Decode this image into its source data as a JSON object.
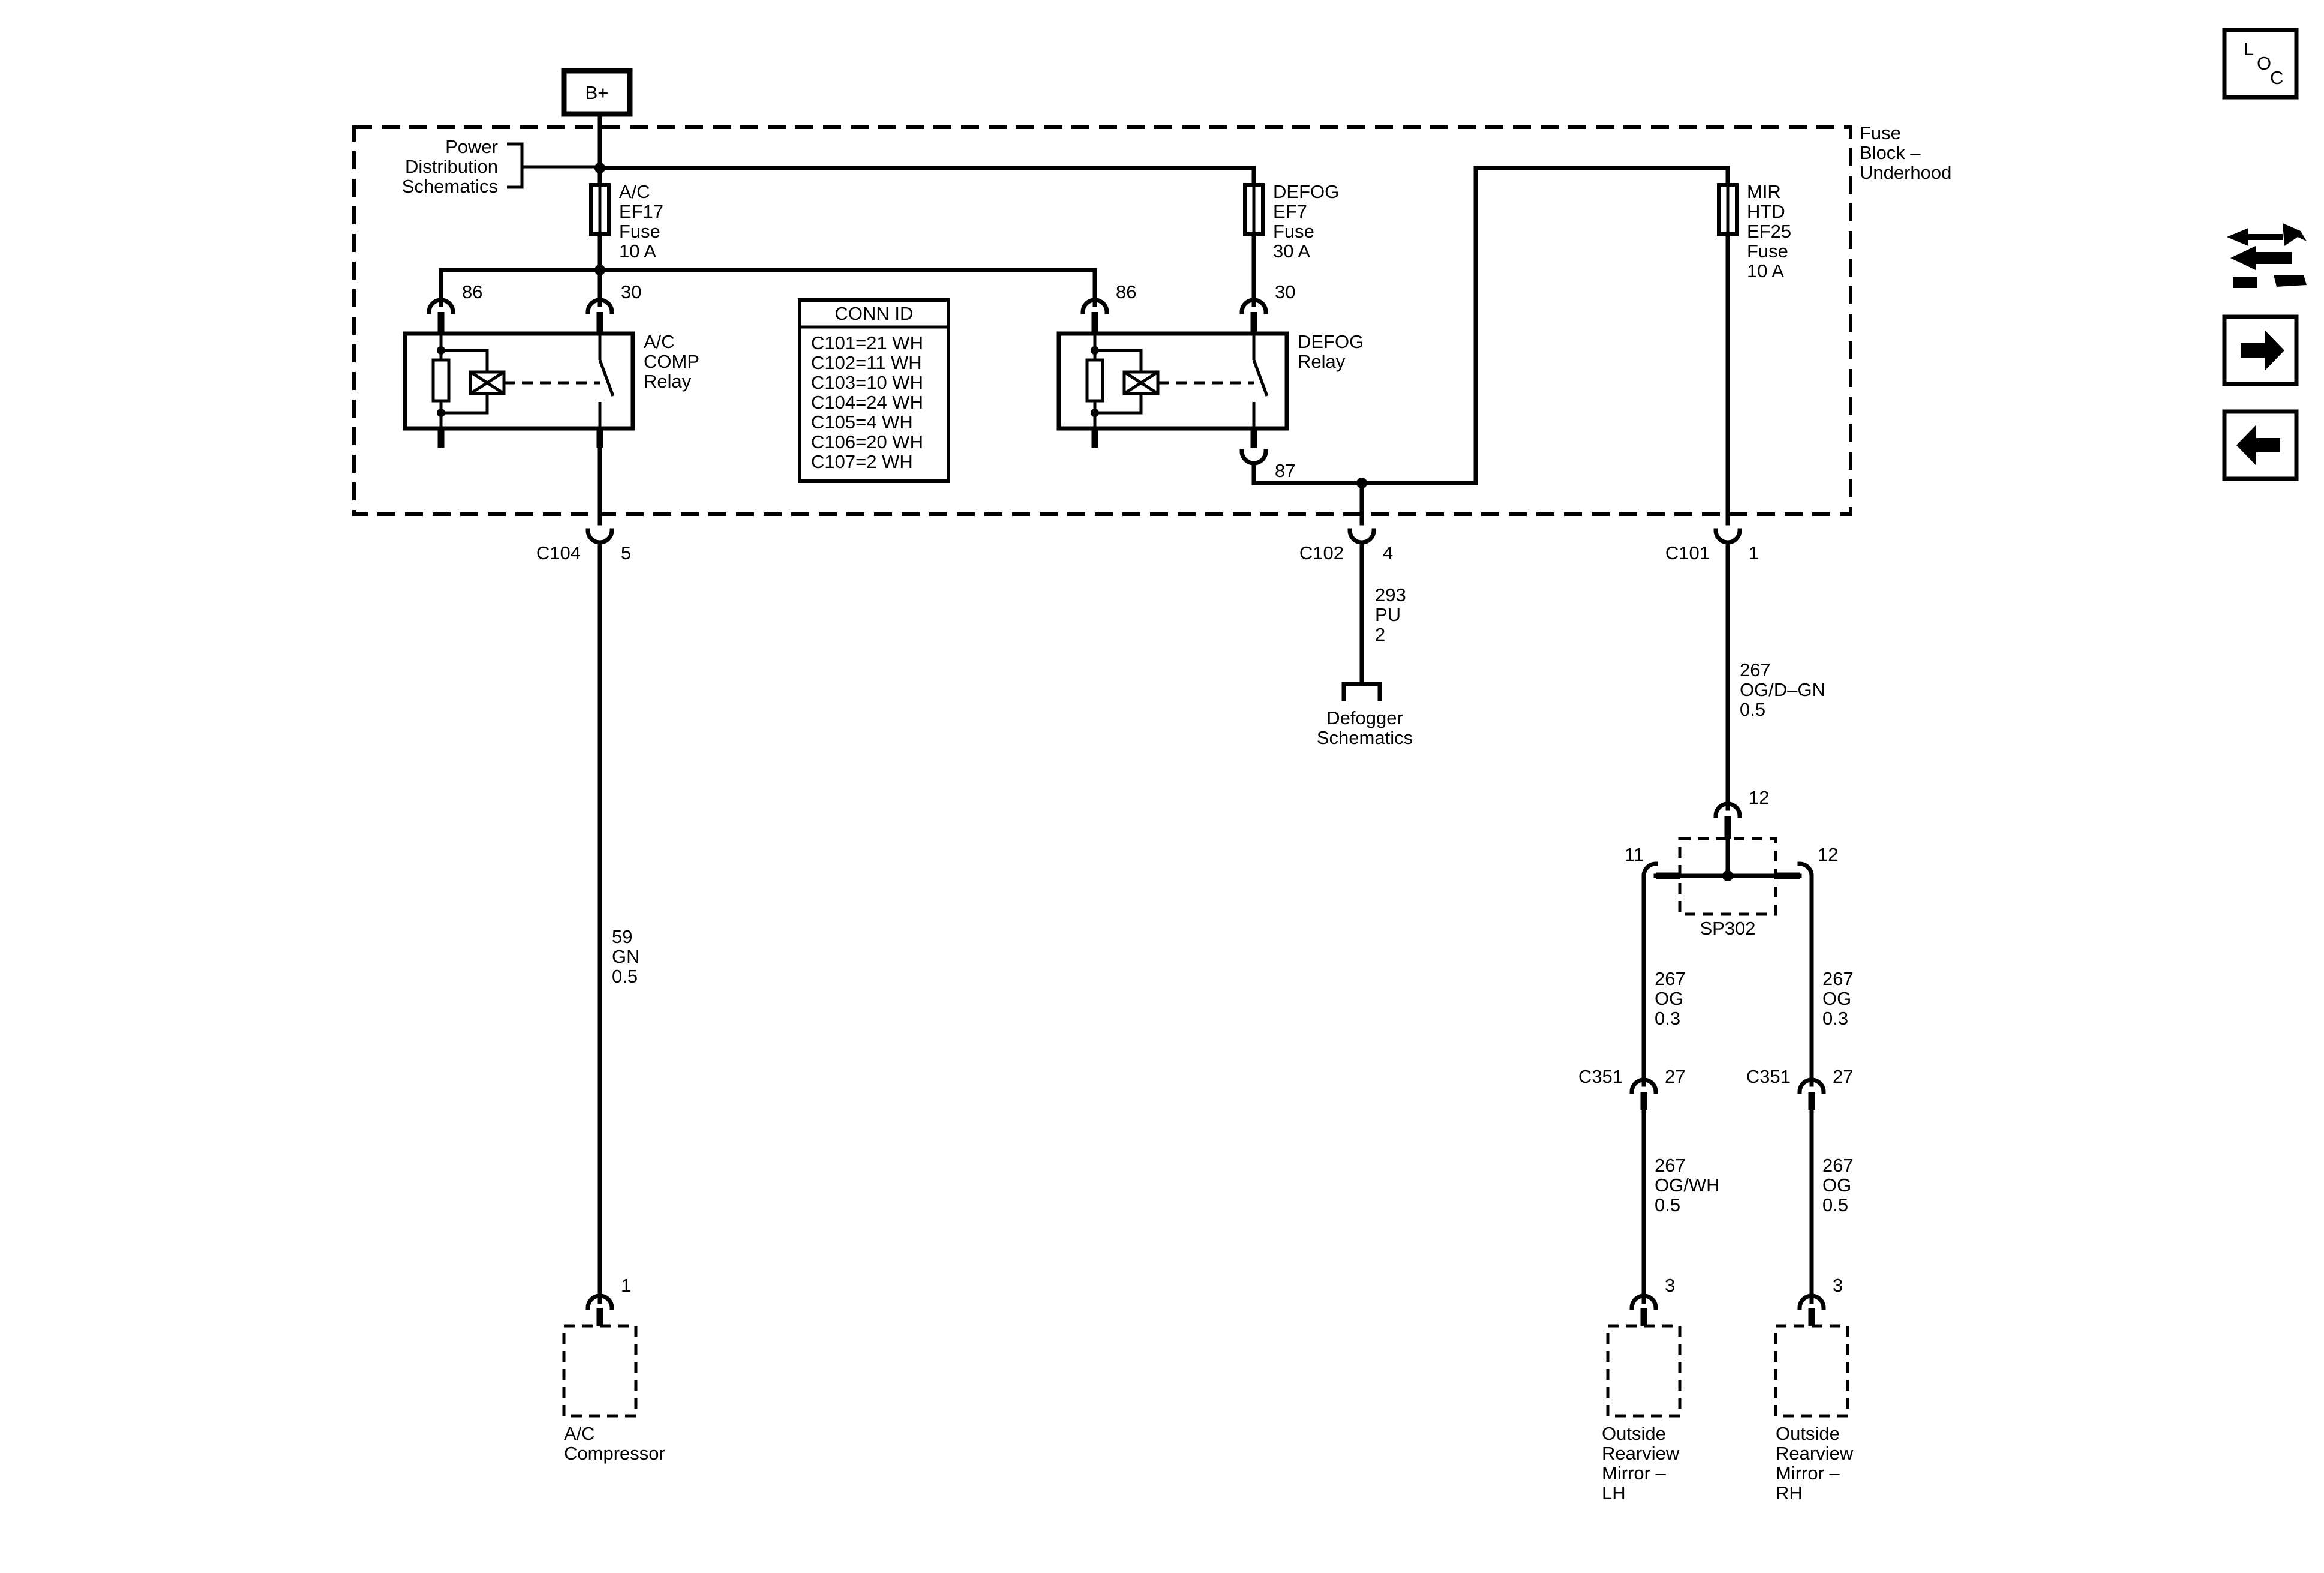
{
  "battery": "B+",
  "fuse_block": [
    "Fuse",
    "Block –",
    "Underhood"
  ],
  "power_dist": [
    "Power",
    "Distribution",
    "Schematics"
  ],
  "fuse_ac": [
    "A/C",
    "EF17",
    "Fuse",
    "10 A"
  ],
  "fuse_defog": [
    "DEFOG",
    "EF7",
    "Fuse",
    "30 A"
  ],
  "fuse_mir": [
    "MIR",
    "HTD",
    "EF25",
    "Fuse",
    "10 A"
  ],
  "ac_relay": {
    "pin86": "86",
    "pin30": "30",
    "label": [
      "A/C",
      "COMP",
      "Relay"
    ]
  },
  "defog_relay": {
    "pin86": "86",
    "pin30": "30",
    "pin87": "87",
    "label": [
      "DEFOG",
      "Relay"
    ]
  },
  "conn_id": {
    "title": "CONN ID",
    "rows": [
      "C101=21 WH",
      "C102=11 WH",
      "C103=10 WH",
      "C104=24 WH",
      "C105=4 WH",
      "C106=20 WH",
      "C107=2 WH"
    ]
  },
  "c104": {
    "name": "C104",
    "pin": "5"
  },
  "c102": {
    "name": "C102",
    "pin": "4"
  },
  "c101": {
    "name": "C101",
    "pin": "1"
  },
  "wire_ac": [
    "59",
    "GN",
    "0.5"
  ],
  "wire_defog": [
    "293",
    "PU",
    "2"
  ],
  "defogger": [
    "Defogger",
    "Schematics"
  ],
  "wire_mir": [
    "267",
    "OG/D–GN",
    "0.5"
  ],
  "splice": {
    "name": "SP302",
    "pin_top": "12",
    "pin_left": "11",
    "pin_right": "12"
  },
  "wire_lh_a": [
    "267",
    "OG",
    "0.3"
  ],
  "wire_rh_a": [
    "267",
    "OG",
    "0.3"
  ],
  "c351_lh": {
    "name": "C351",
    "pin": "27"
  },
  "c351_rh": {
    "name": "C351",
    "pin": "27"
  },
  "wire_lh_b": [
    "267",
    "OG/WH",
    "0.5"
  ],
  "wire_rh_b": [
    "267",
    "OG",
    "0.5"
  ],
  "compressor": {
    "pin": "1",
    "label": [
      "A/C",
      "Compressor"
    ]
  },
  "mirror_lh": {
    "pin": "3",
    "label": [
      "Outside",
      "Rearview",
      "Mirror –",
      "LH"
    ]
  },
  "mirror_rh": {
    "pin": "3",
    "label": [
      "Outside",
      "Rearview",
      "Mirror –",
      "RH"
    ]
  },
  "loc_icon": {
    "l": "L",
    "o": "O",
    "c": "C"
  },
  "nav": {
    "wrench": "wrench-icon",
    "next": "arrow-right-icon",
    "prev": "arrow-left-icon"
  }
}
